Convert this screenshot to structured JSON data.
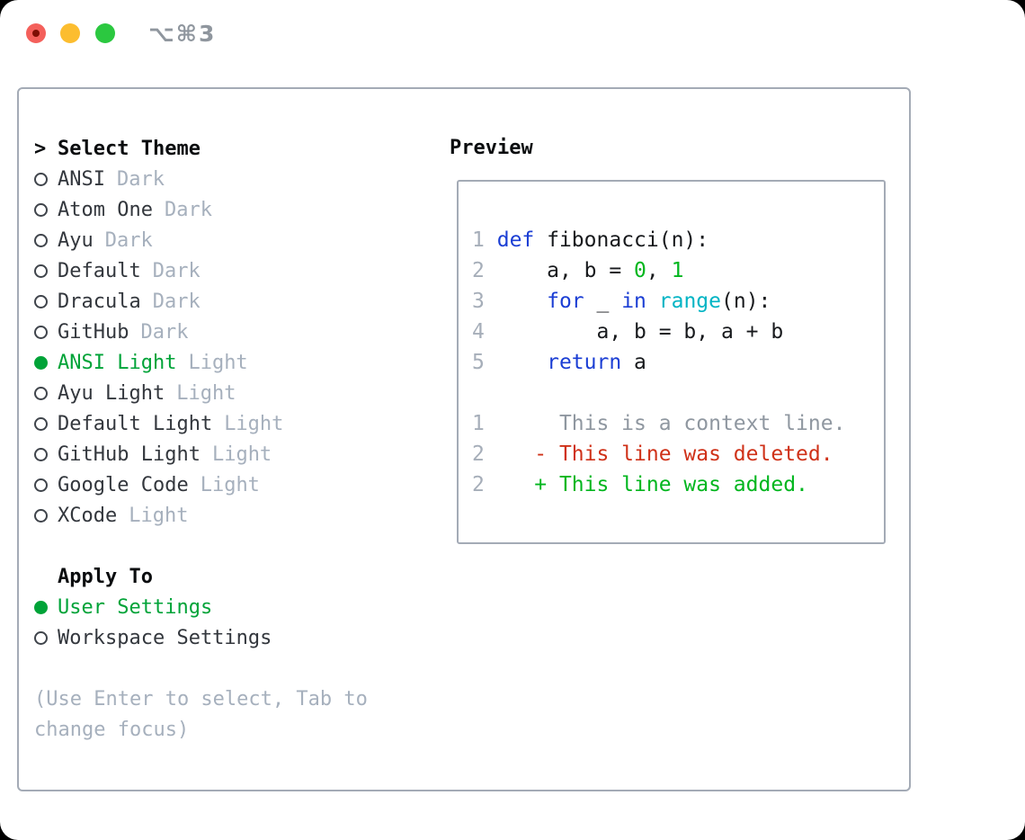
{
  "window": {
    "shortcut": "⌥⌘3",
    "traffic_lights": [
      {
        "name": "close",
        "color": "#f4605b"
      },
      {
        "name": "minimize",
        "color": "#fcbd2f"
      },
      {
        "name": "zoom",
        "color": "#2bc840"
      }
    ]
  },
  "theme_panel": {
    "prompt": ">",
    "title": "Select Theme",
    "items": [
      {
        "name": "ANSI",
        "tag": "Dark",
        "selected": false
      },
      {
        "name": "Atom One",
        "tag": "Dark",
        "selected": false
      },
      {
        "name": "Ayu",
        "tag": "Dark",
        "selected": false
      },
      {
        "name": "Default",
        "tag": "Dark",
        "selected": false
      },
      {
        "name": "Dracula",
        "tag": "Dark",
        "selected": false
      },
      {
        "name": "GitHub",
        "tag": "Dark",
        "selected": false
      },
      {
        "name": "ANSI Light",
        "tag": "Light",
        "selected": true
      },
      {
        "name": "Ayu Light",
        "tag": "Light",
        "selected": false
      },
      {
        "name": "Default Light",
        "tag": "Light",
        "selected": false
      },
      {
        "name": "GitHub Light",
        "tag": "Light",
        "selected": false
      },
      {
        "name": "Google Code",
        "tag": "Light",
        "selected": false
      },
      {
        "name": "XCode",
        "tag": "Light",
        "selected": false
      }
    ],
    "apply_to": {
      "title": "Apply To",
      "options": [
        {
          "label": "User Settings",
          "selected": true
        },
        {
          "label": "Workspace Settings",
          "selected": false
        }
      ]
    },
    "hint_lines": [
      "(Use Enter to select, Tab to",
      "change focus)"
    ]
  },
  "preview": {
    "title": "Preview",
    "code_lines": [
      {
        "num": "1",
        "tokens": [
          {
            "t": "def",
            "c": "kw"
          },
          {
            "t": " fibonacci(n):",
            "c": "fg"
          }
        ]
      },
      {
        "num": "2",
        "tokens": [
          {
            "t": "    a, b = ",
            "c": "fg"
          },
          {
            "t": "0",
            "c": "num"
          },
          {
            "t": ", ",
            "c": "fg"
          },
          {
            "t": "1",
            "c": "num"
          }
        ]
      },
      {
        "num": "3",
        "tokens": [
          {
            "t": "    ",
            "c": "fg"
          },
          {
            "t": "for",
            "c": "kw"
          },
          {
            "t": " _ ",
            "c": "fg"
          },
          {
            "t": "in",
            "c": "kw"
          },
          {
            "t": " ",
            "c": "fg"
          },
          {
            "t": "range",
            "c": "builtin"
          },
          {
            "t": "(n):",
            "c": "fg"
          }
        ]
      },
      {
        "num": "4",
        "tokens": [
          {
            "t": "        a, b = b, a + b",
            "c": "fg"
          }
        ]
      },
      {
        "num": "5",
        "tokens": [
          {
            "t": "    ",
            "c": "fg"
          },
          {
            "t": "return",
            "c": "kw"
          },
          {
            "t": " a",
            "c": "fg"
          }
        ]
      }
    ],
    "diff_lines": [
      {
        "num": "1",
        "marker": " ",
        "text": "This is a context line.",
        "kind": "context"
      },
      {
        "num": "2",
        "marker": "-",
        "text": "This line was deleted.",
        "kind": "deleted"
      },
      {
        "num": "2",
        "marker": "+",
        "text": "This line was added.",
        "kind": "added"
      }
    ]
  },
  "colors": {
    "selection_green": "#00a338",
    "keyword_blue": "#1b3ed4",
    "builtin_cyan": "#00b4c4",
    "number_green": "#00b61e",
    "diff_added_green": "#00b61e",
    "diff_deleted_red": "#cf3118",
    "muted_gray": "#a6b0bd",
    "border_gray": "#a4abb6"
  }
}
